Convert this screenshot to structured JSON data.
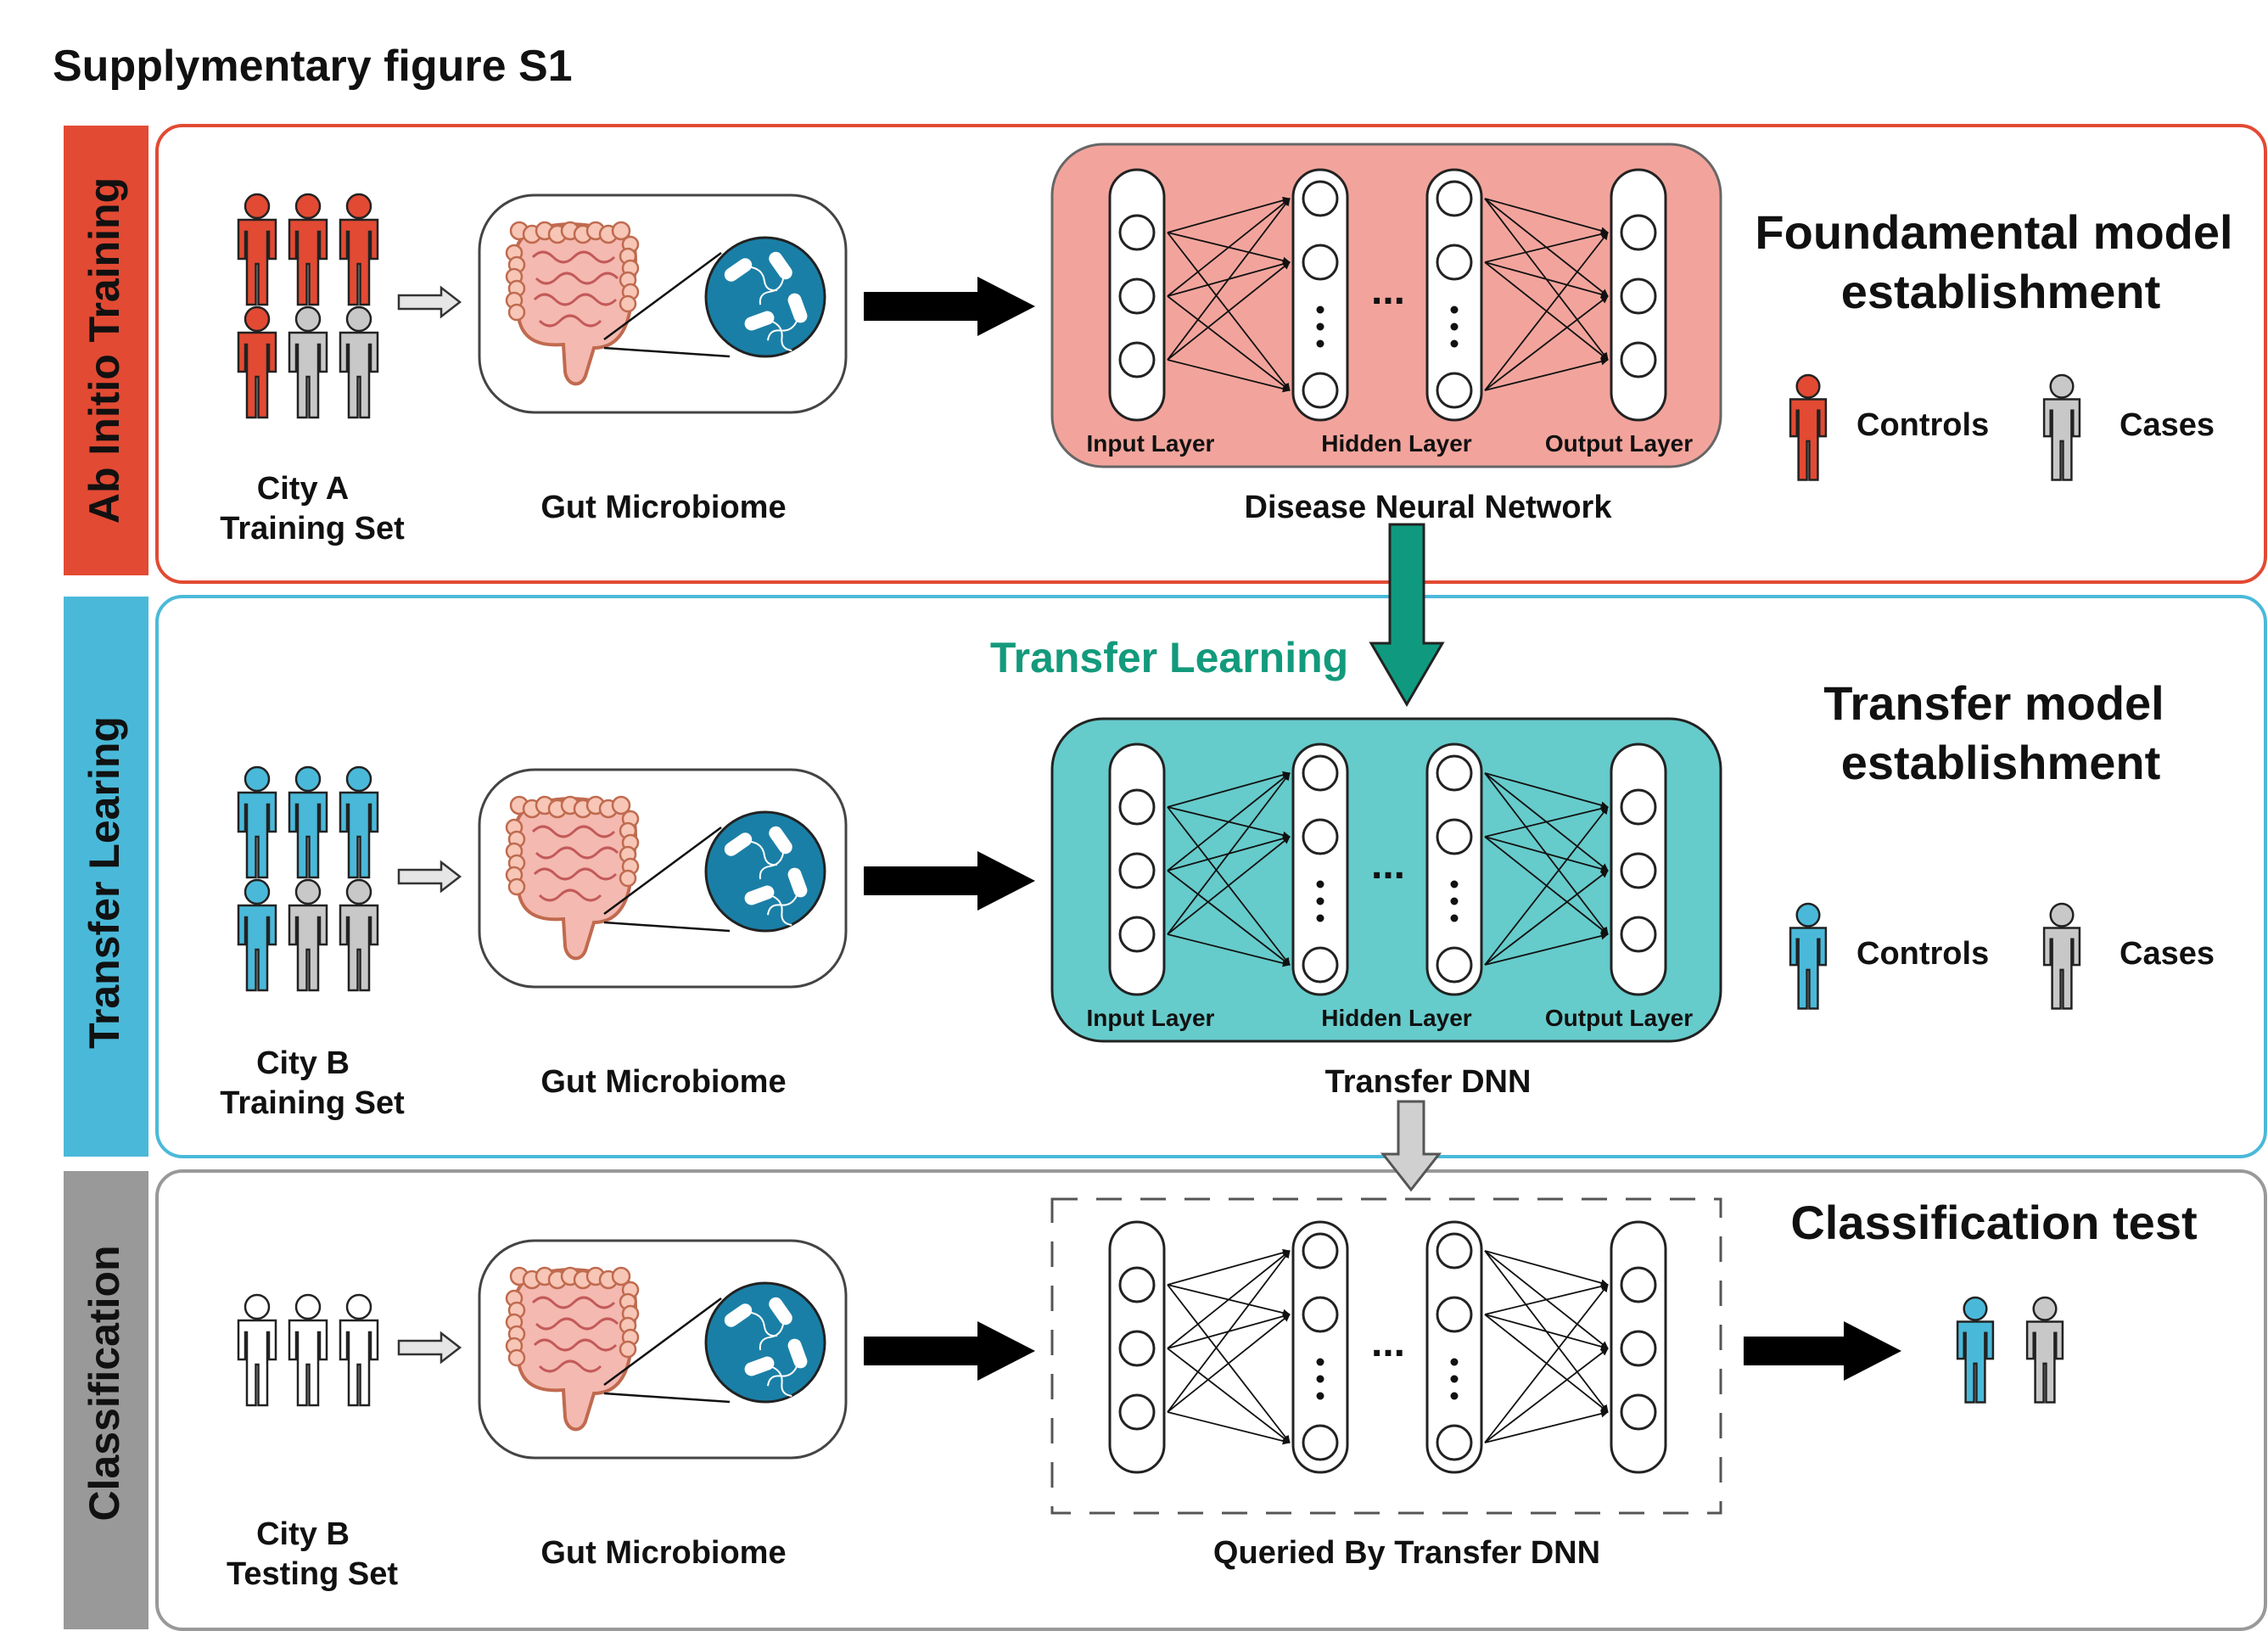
{
  "title": "Supplymentary figure S1",
  "colors": {
    "red": "#e24a33",
    "blue": "#4ab9d9",
    "gray": "#999999",
    "teal_arrow": "#0f9a7f",
    "teal_text": "#139a7c",
    "nn_red_fill": "#f2a49c",
    "nn_blue_fill": "#66cbcb",
    "person_gray": "#c8c8c8",
    "microbe_circle": "#1a7fa6",
    "gut_fill": "#f4b9b0",
    "gut_stroke": "#c06a4f"
  },
  "rows": [
    {
      "side_label": "Ab Initio Training",
      "side_color": "red",
      "people_label": [
        "City A",
        "Training Set"
      ],
      "microbiome_label": "Gut Microbiome",
      "network_label": "Disease Neural Network",
      "network_style": "red",
      "layer_labels": [
        "Input Layer",
        "Hidden Layer",
        "Output Layer"
      ],
      "result_title": [
        "Foundamental model",
        "establishment"
      ],
      "legend": {
        "controls": "Controls",
        "cases": "Cases"
      }
    },
    {
      "side_label": "Transfer Learing",
      "side_color": "blue",
      "people_label": [
        "City B",
        "Training Set"
      ],
      "microbiome_label": "Gut Microbiome",
      "network_label": "Transfer DNN",
      "network_style": "blue",
      "layer_labels": [
        "Input Layer",
        "Hidden Layer",
        "Output Layer"
      ],
      "result_title": [
        "Transfer model",
        "establishment"
      ],
      "legend": {
        "controls": "Controls",
        "cases": "Cases"
      }
    },
    {
      "side_label": "Classification",
      "side_color": "gray",
      "people_label": [
        "City B",
        "Testing Set"
      ],
      "microbiome_label": "Gut Microbiome",
      "network_label": "Queried By Transfer DNN",
      "network_style": "dashed",
      "result_title": [
        "Classification test"
      ]
    }
  ],
  "transfer_arrow_label": "Transfer Learning",
  "ellipsis": "...",
  "icons": {
    "person": "person-icon",
    "gut": "intestine-icon",
    "microbe": "bacteria-icon",
    "arrow": "arrow-right-icon"
  }
}
